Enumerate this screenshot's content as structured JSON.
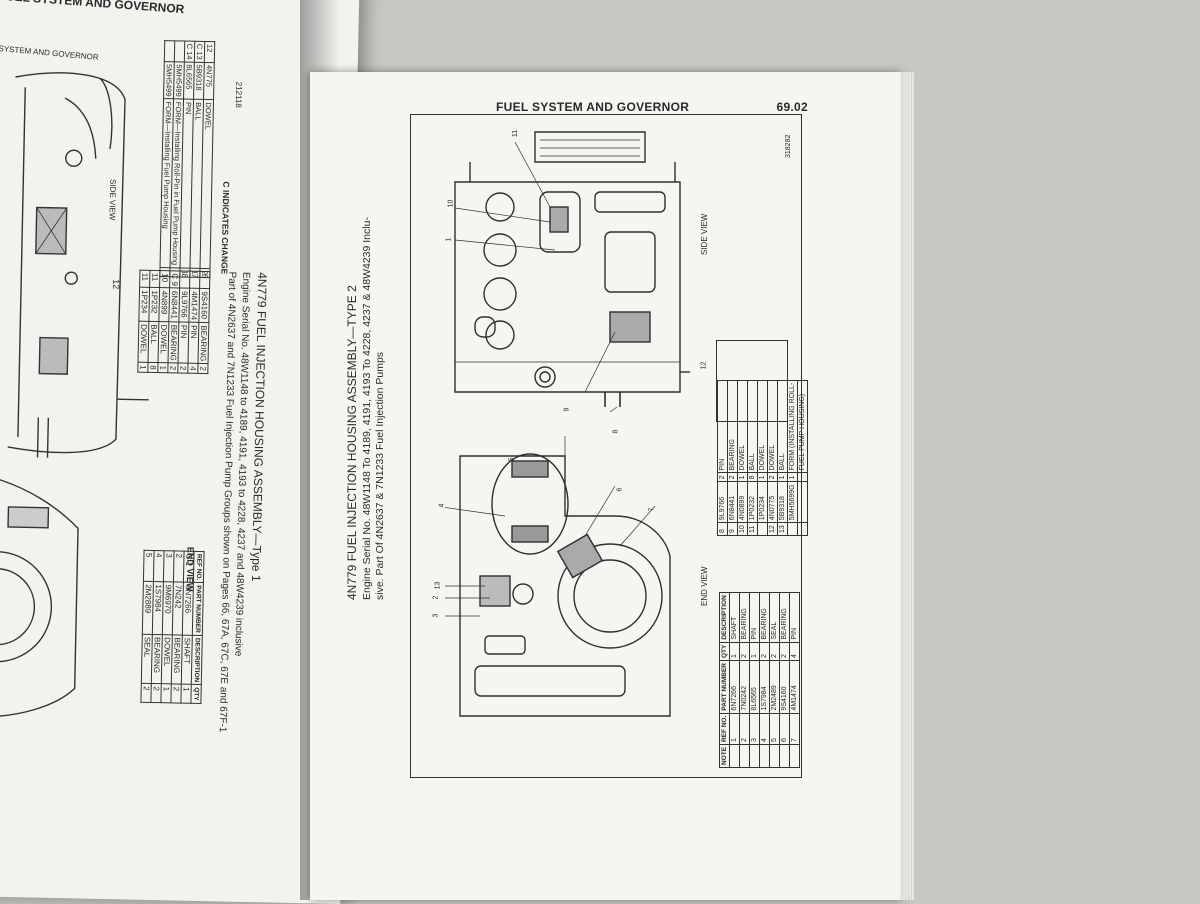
{
  "left_page": {
    "header": "FUEL SYSTEM AND GOVERNOR",
    "small_header": "FUEL SYSTEM AND GOVERNOR",
    "caption": {
      "title": "4N779 FUEL INJECTION HOUSING ASSEMBLY—Type 1",
      "line1": "Engine Serial No. 48W1148 to 4189, 4191, 4193 to 4228, 4237 and 48W4239 inclusive",
      "line2": "Part of 4N2637 and 7N1233 Fuel Injection Pump Groups shown on Pages 66, 67A, 67C, 67E and 67F-1"
    },
    "end_view_label": "END VIEW",
    "side_view_label": "SIDE VIEW",
    "callout": "12",
    "change_note": "C INDICATES CHANGE",
    "figure_no": "212118",
    "table1": {
      "headers": [
        "REF NO.",
        "PART NUMBER",
        "DESCRIPTION",
        "QTY"
      ],
      "rows": [
        [
          "C 1",
          "6N7266",
          "SHAFT",
          "1"
        ],
        [
          "2",
          "7N242",
          "BEARING",
          "2"
        ],
        [
          "3",
          "9M6970",
          "DOWEL",
          "1"
        ],
        [
          "4",
          "1S7984",
          "BEARING",
          "2"
        ],
        [
          "5",
          "2M2889",
          "SEAL",
          "2"
        ]
      ]
    },
    "table2": {
      "rows": [
        [
          "6",
          "9S4160",
          "BEARING",
          "2"
        ],
        [
          "7",
          "4M1474",
          "PIN",
          "4"
        ],
        [
          "8",
          "9L9766",
          "PIN",
          "2"
        ],
        [
          "C 9",
          "6N8441",
          "BEARING",
          "2"
        ],
        [
          "10",
          "4N899",
          "DOWEL",
          "1"
        ],
        [
          "11",
          "1P232",
          "BALL",
          "8"
        ],
        [
          "11",
          "1P234",
          "DOWEL",
          "1"
        ]
      ]
    },
    "table3": {
      "rows": [
        [
          "12",
          "4N775",
          "DOWEL",
          "2"
        ],
        [
          "C 13",
          "5B9318",
          "BALL",
          "1"
        ],
        [
          "C 14",
          "8L6565",
          "PIN",
          "1"
        ],
        [
          "",
          "5MH5499",
          "FORM—Installing Roll-Pin in Fuel Pump Housing",
          ""
        ],
        [
          "",
          "5MH5499",
          "FORM—Installing Fuel Pump Housing",
          ""
        ]
      ]
    }
  },
  "right_page": {
    "header": "FUEL SYSTEM AND GOVERNOR",
    "page_number": "69.02",
    "figure_no": "318282",
    "side_view_label": "SIDE VIEW",
    "end_view_label": "END VIEW",
    "caption": {
      "title": "4N779 FUEL INJECTION HOUSING ASSEMBLY—TYPE 2",
      "line1": "Engine Serial No. 48W1148 To 4189, 4191, 4193 To 4228, 4237 & 48W4239 Inclu-",
      "line2": "sive. Part Of 4N2637 & 7N1233 Fuel Injection Pumps"
    },
    "callouts": [
      "11",
      "10",
      "1",
      "12",
      "9",
      "8",
      "5",
      "4",
      "6",
      "7",
      "13",
      "2",
      "3"
    ],
    "table_main": {
      "headers": [
        "NOTE",
        "REF NO.",
        "PART NUMBER",
        "QTY",
        "DESCRIPTION"
      ],
      "rows": [
        [
          "",
          "1",
          "6N7266",
          "1",
          "SHAFT"
        ],
        [
          "",
          "2",
          "7N0242",
          "2",
          "BEARING"
        ],
        [
          "",
          "3",
          "8L6565",
          "1",
          "PIN"
        ],
        [
          "",
          "4",
          "1S7984",
          "2",
          "BEARING"
        ],
        [
          "",
          "5",
          "2M2489",
          "2",
          "SEAL"
        ],
        [
          "",
          "6",
          "9S4160",
          "2",
          "BEARING"
        ],
        [
          "",
          "7",
          "4M1474",
          "4",
          "PIN"
        ]
      ]
    },
    "table_side": {
      "rows": [
        [
          "8",
          "9L9766",
          "2",
          "PIN"
        ],
        [
          "9",
          "6N8441",
          "2",
          "BEARING"
        ],
        [
          "10",
          "4N0899",
          "1",
          "DOWEL"
        ],
        [
          "11",
          "1P0232",
          "8",
          "BALL"
        ],
        [
          "",
          "1P0234",
          "1",
          "DOWEL"
        ],
        [
          "12",
          "4N0775",
          "2",
          "DOWEL"
        ],
        [
          "13",
          "5B9318",
          "1",
          "BALL"
        ],
        [
          "",
          "5MH5699G",
          "1",
          "FORM (INSTALLING ROLL-"
        ],
        [
          "",
          "",
          "",
          "FUEL PUMP HOUSING)"
        ]
      ]
    }
  }
}
